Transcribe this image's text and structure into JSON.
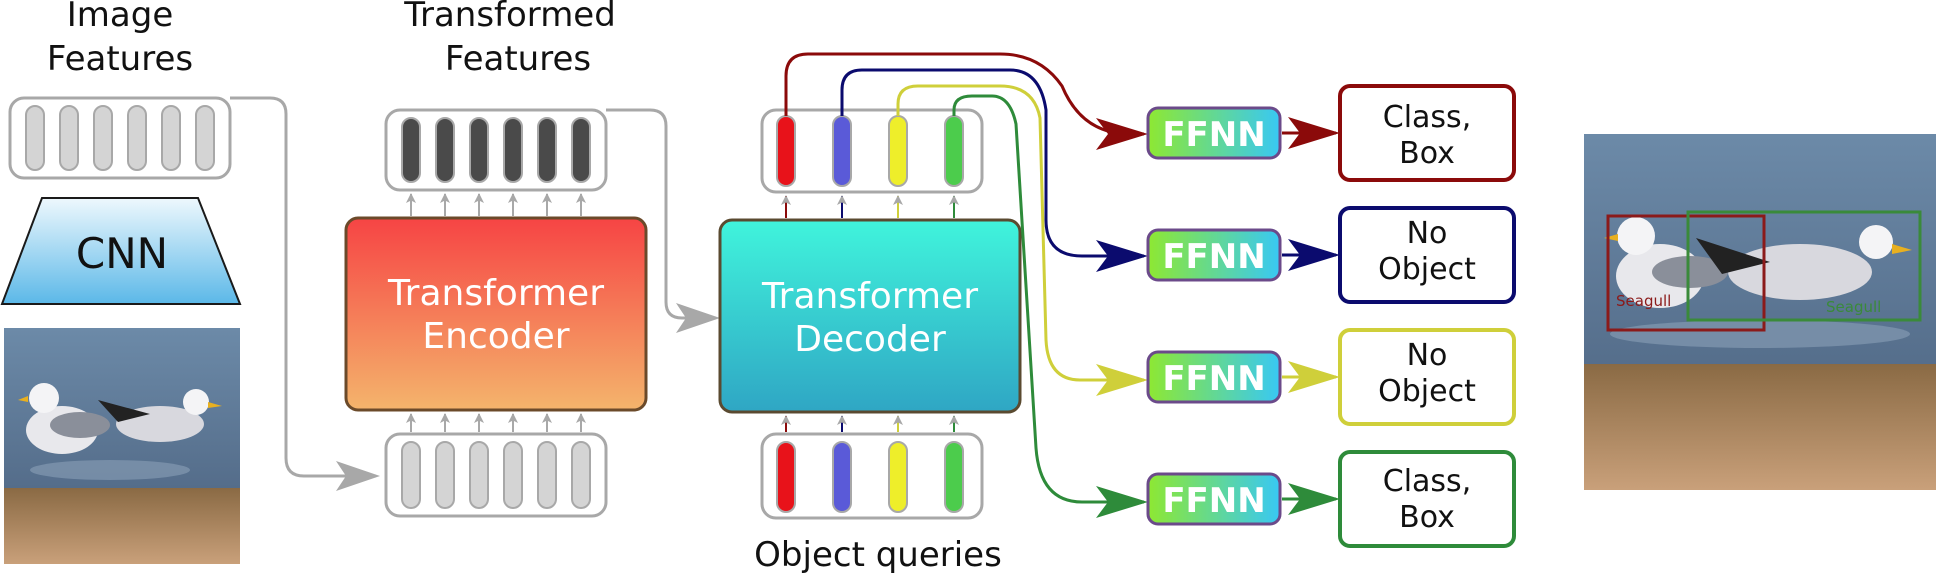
{
  "labels": {
    "image_features_line1": "Image",
    "image_features_line2": "Features",
    "transformed_features_line1": "Transformed",
    "transformed_features_line2": "Features",
    "object_queries": "Object queries"
  },
  "blocks": {
    "cnn": "CNN",
    "encoder_line1": "Transformer",
    "encoder_line2": "Encoder",
    "decoder_line1": "Transformer",
    "decoder_line2": "Decoder"
  },
  "ffnn": [
    "FFNN",
    "FFNN",
    "FFNN",
    "FFNN"
  ],
  "outputs": [
    {
      "line1": "Class,",
      "line2": "Box",
      "color": "#8b0a0a"
    },
    {
      "line1": "No",
      "line2": "Object",
      "color": "#0b0b6e"
    },
    {
      "line1": "No",
      "line2": "Object",
      "color": "#cfcf3a"
    },
    {
      "line1": "Class,",
      "line2": "Box",
      "color": "#2e8b3a"
    }
  ],
  "detections": [
    {
      "label": "Seagull",
      "color": "#8b1a1a"
    },
    {
      "label": "Seagull",
      "color": "#3a8a3a"
    }
  ],
  "colors": {
    "query_red": "#e8121a",
    "query_blue": "#5a5ad8",
    "query_yellow": "#eeee2a",
    "query_green": "#4ccc4c",
    "arrow_red": "#8b0a0a",
    "arrow_blue": "#0b0b6e",
    "arrow_yellow": "#cfcf3a",
    "arrow_green": "#2e8b3a"
  }
}
